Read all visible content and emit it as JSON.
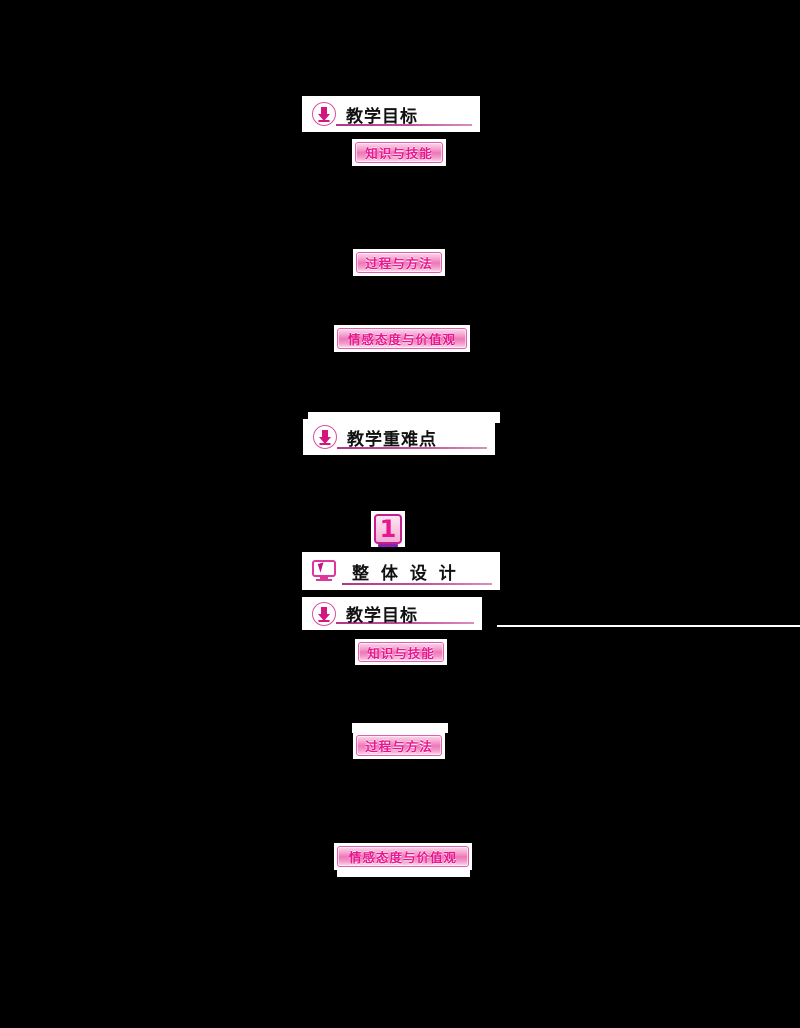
{
  "document": {
    "background_color": "#000000",
    "accent_color": "#e8178f",
    "rule_color": "#b0368a",
    "badge_border_color": "#e45fae"
  },
  "sections": {
    "goals_top": {
      "icon": "down-arrow-circle-icon",
      "title": "教学目标"
    },
    "key_points": {
      "icon": "down-arrow-circle-icon",
      "title": "教学重难点"
    },
    "overall_design": {
      "number": "1",
      "icon": "monitor-cursor-icon",
      "title": "整 体 设 计"
    },
    "goals_bottom": {
      "icon": "down-arrow-circle-icon",
      "title": "教学目标"
    }
  },
  "badges": {
    "knowledge_skills": "知识与技能",
    "process_methods": "过程与方法",
    "attitude_values": "情感态度与价值观",
    "knowledge_skills_2": "知识与技能",
    "process_methods_2": "过程与方法",
    "attitude_values_2": "情感态度与价值观"
  },
  "body_text": {
    "goals_intro": "",
    "knowledge_body": "",
    "process_body": "",
    "attitude_body": "",
    "key_points_body": ""
  },
  "faint_text": {
    "above_key_points": "",
    "above_process": ""
  }
}
